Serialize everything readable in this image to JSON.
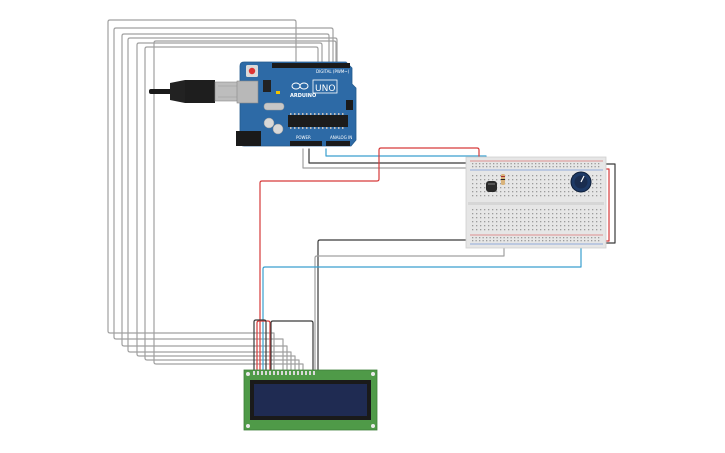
{
  "arduino": {
    "brand_text": "ARDUINO",
    "model_text": "UNO",
    "digital_header_text": "DIGITAL (PWM~)",
    "power_header_text": "POWER",
    "analog_header_text": "ANALOG IN"
  },
  "components": {
    "usb_cable": "usb-plug",
    "breadboard": "half-size",
    "potentiometer": "knob",
    "sensor": "tmp-sensor",
    "lcd": "16x2"
  },
  "colors": {
    "background": "#ffffff",
    "board_blue": "#2d6aa6",
    "wire_gray": "#9a9a9a",
    "wire_red": "#d63a3a",
    "wire_blue": "#3a9fcf",
    "wire_black": "#3a3a3a",
    "lcd_green": "#4f9a48",
    "lcd_screen": "#1f2b52"
  }
}
